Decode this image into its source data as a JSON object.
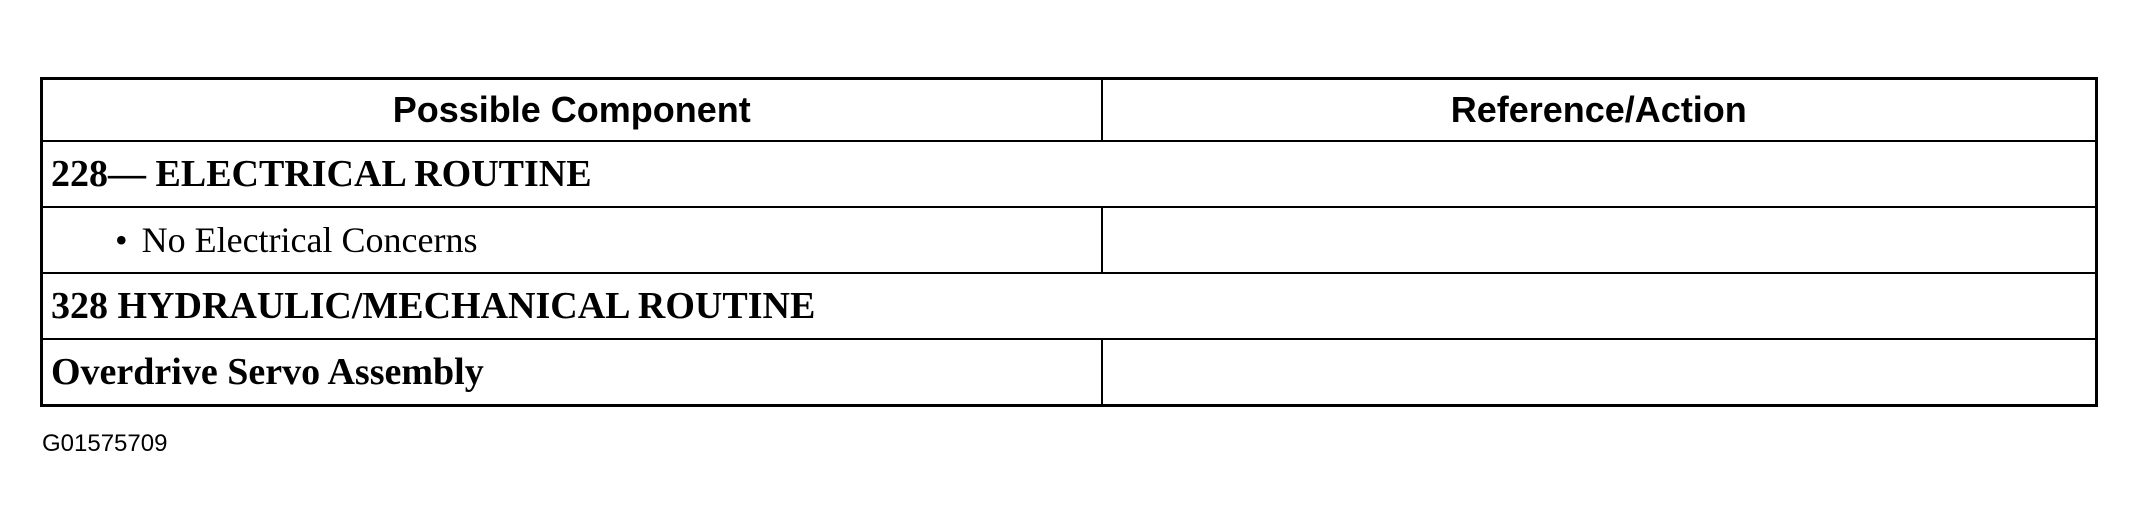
{
  "table": {
    "headers": [
      "Possible Component",
      "Reference/Action"
    ],
    "rows": [
      {
        "type": "section",
        "text": "228— ELECTRICAL ROUTINE"
      },
      {
        "type": "item",
        "bullet": "•",
        "text": "No Electrical Concerns",
        "action": ""
      },
      {
        "type": "section",
        "text": "328 HYDRAULIC/MECHANICAL ROUTINE"
      },
      {
        "type": "item",
        "bullet": "",
        "text": "Overdrive Servo Assembly",
        "action": ""
      }
    ]
  },
  "figure_id": "G01575709"
}
